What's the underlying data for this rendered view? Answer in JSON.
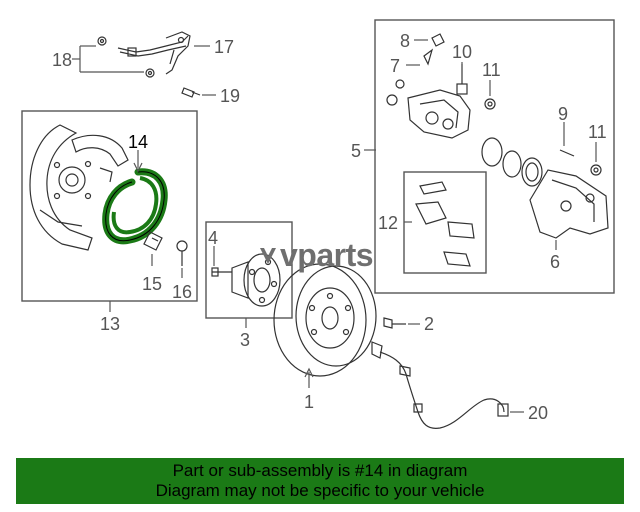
{
  "callouts": {
    "c1": "1",
    "c2": "2",
    "c3": "3",
    "c4": "4",
    "c5": "5",
    "c6": "6",
    "c7": "7",
    "c8": "8",
    "c9": "9",
    "c10": "10",
    "c11a": "11",
    "c11b": "11",
    "c12": "12",
    "c13": "13",
    "c14": "14",
    "c15": "15",
    "c16": "16",
    "c17": "17",
    "c18": "18",
    "c19": "19",
    "c20": "20"
  },
  "watermark": {
    "brand": "vparts"
  },
  "highlight": {
    "color": "#1b7a16",
    "part": "14"
  },
  "footer": {
    "line1": "Part or sub-assembly is #14 in diagram",
    "line2": "Diagram may not be specific to your vehicle"
  }
}
